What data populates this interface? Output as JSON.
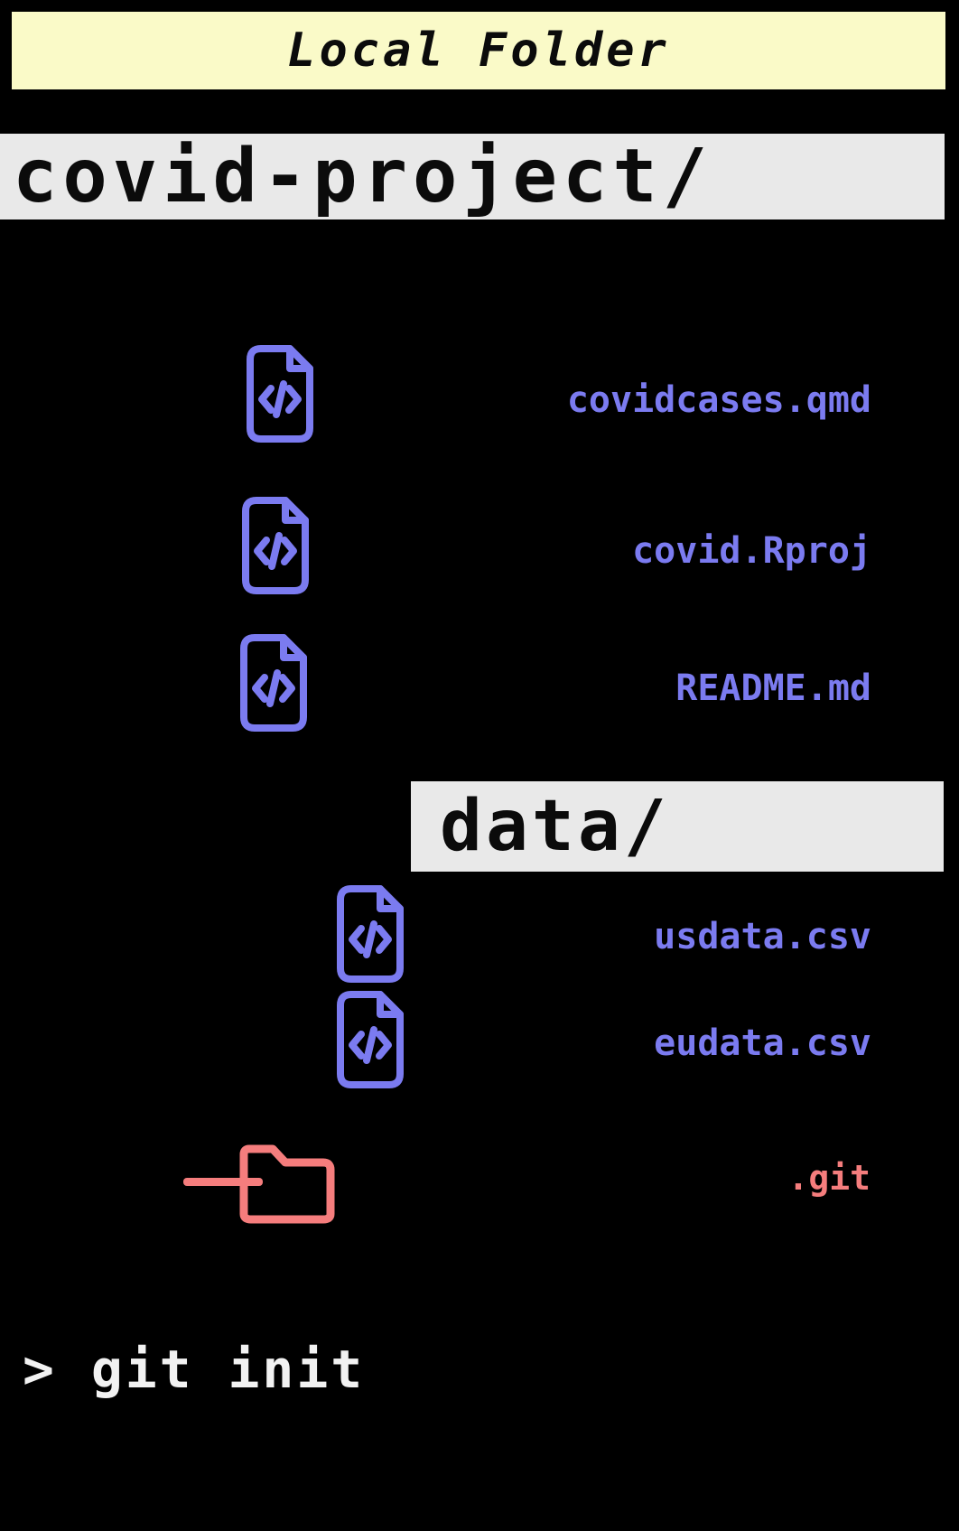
{
  "banner": {
    "title": "Local Folder"
  },
  "root_folder": {
    "label": "covid-project/"
  },
  "files": [
    {
      "name": "covidcases.qmd",
      "icon": "code-file-icon"
    },
    {
      "name": "covid.Rproj",
      "icon": "code-file-icon"
    },
    {
      "name": "README.md",
      "icon": "code-file-icon"
    }
  ],
  "data_folder": {
    "label": "data/",
    "files": [
      {
        "name": "usdata.csv",
        "icon": "code-file-icon"
      },
      {
        "name": "eudata.csv",
        "icon": "code-file-icon"
      }
    ]
  },
  "git_folder": {
    "label": ".git",
    "icon": "folder-icon"
  },
  "terminal": {
    "command": "> git init"
  },
  "colors": {
    "background": "#000000",
    "banner_bg": "#FAFAC8",
    "bar_bg": "#E9E9E9",
    "file_accent": "#7B7BF0",
    "git_accent": "#F57D7D",
    "terminal_text": "#F2F2F2",
    "label_text": "#0B0B0B"
  }
}
